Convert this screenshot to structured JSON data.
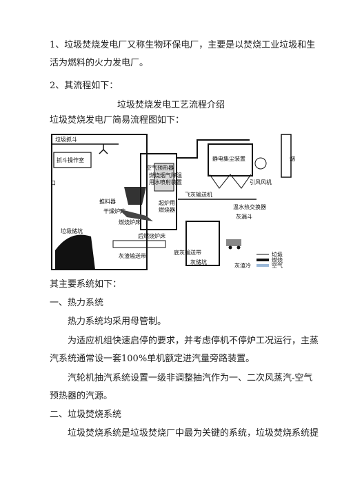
{
  "doc": {
    "p1_line1": "1、垃圾焚烧发电厂又称生物环保电厂，主要是以焚烧工业垃圾和生",
    "p1_line2": "活为燃料的火力发电厂。",
    "p2": "2、其流程如下：",
    "title": "垃圾焚烧发电工艺流程介绍",
    "subtitle": "垃圾焚烧发电厂简易流程图如下：",
    "main_systems": "其主要系统如下：",
    "section1": "一、热力系统",
    "s1_p1": "热力系统均采用母管制。",
    "s1_p2_line1": "为适应机组快速启停的要求，并考虑停机不停炉工况运行，主蒸",
    "s1_p2_line2": "汽系统通常设一套100%单机额定进汽量旁路装置。",
    "s1_p3_line1": "汽轮机抽汽系统设置一级非调整抽汽作为一、二次风蒸汽-空气",
    "s1_p3_line2": "预热器的汽源。",
    "section2": "二、垃圾焚烧系统",
    "s2_p1_line1": "垃圾焚烧系统是垃圾焚烧厂中最为关键的系统，垃圾焚烧系统提"
  },
  "diagram": {
    "labels": {
      "grab": "垃圾抓斗",
      "grab_room": "抓斗操作室",
      "air_preheater": "空气预热器",
      "esp": "静电集尘装置",
      "chimney": "烟",
      "flue_gas_cooling_1": "燃烧烟气降温",
      "flue_gas_cooling_2": "用水喷射装置",
      "induced_fan": "引风风机",
      "entrance": "口",
      "pusher": "推料器",
      "dry_grate": "干燥炉床",
      "burn_grate": "燃烧炉床",
      "fly_ash_conveyor": "飞灰输送机",
      "heat_exchanger": "温水热交换器",
      "ash_hopper": "灰漏斗",
      "startup_1": "起炉用",
      "startup_2": "燃烧器",
      "post_grate": "后燃烧炉床",
      "pit": "垃圾储坑",
      "slag_conveyor": "灰渣输送带",
      "bottom_ash_conveyor": "底灰输送带",
      "ash_pit": "灰储坑",
      "legend1": "垃圾",
      "legend2": "燃烧",
      "legend3": "空气",
      "slag_cooling": "灰渣冷"
    }
  }
}
